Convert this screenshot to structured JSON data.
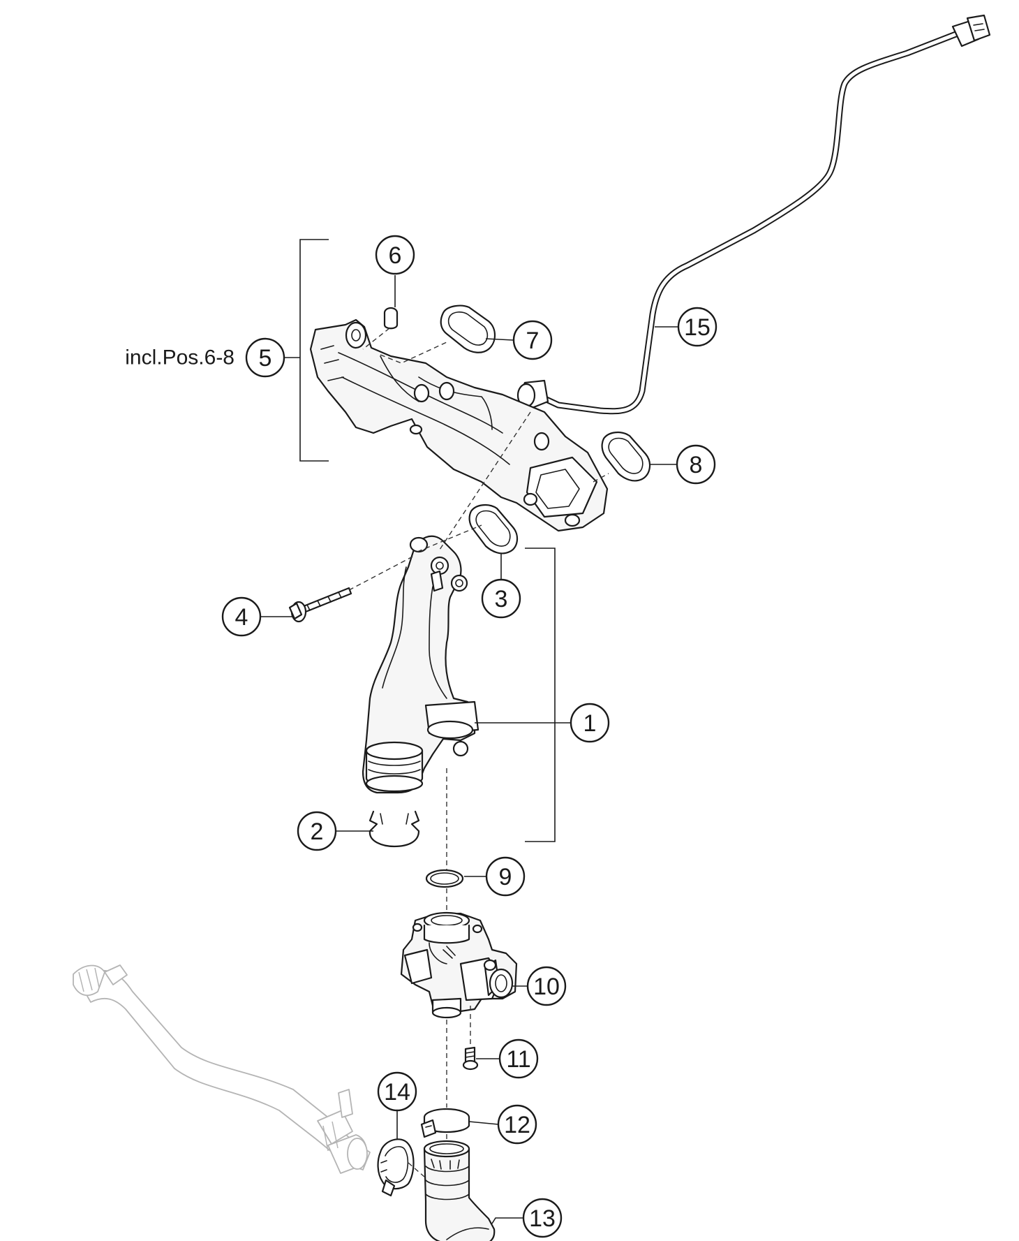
{
  "diagram": {
    "note_text": "incl.Pos.6-8",
    "callouts": [
      {
        "part": "thermostat-housing",
        "label": "1"
      },
      {
        "part": "retaining-clip",
        "label": "2"
      },
      {
        "part": "gasket-lower",
        "label": "3"
      },
      {
        "part": "bolt",
        "label": "4"
      },
      {
        "part": "coolant-pipe-assembly",
        "label": "5"
      },
      {
        "part": "sleeve",
        "label": "6"
      },
      {
        "part": "gasket-left",
        "label": "7"
      },
      {
        "part": "gasket-right",
        "label": "8"
      },
      {
        "part": "o-ring",
        "label": "9"
      },
      {
        "part": "valve-housing",
        "label": "10"
      },
      {
        "part": "screw",
        "label": "11"
      },
      {
        "part": "hose-clamp",
        "label": "12"
      },
      {
        "part": "coolant-hose-elbow",
        "label": "13"
      },
      {
        "part": "hose-clamp-small",
        "label": "14"
      },
      {
        "part": "vent-line",
        "label": "15"
      }
    ]
  }
}
